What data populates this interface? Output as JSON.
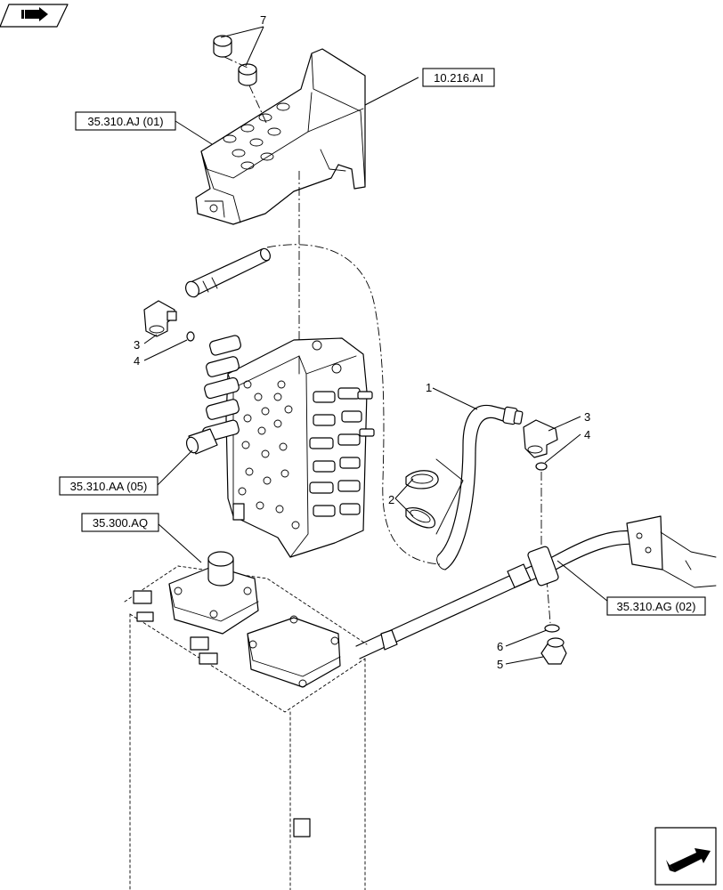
{
  "references": [
    {
      "id": "ref-10-216-ai",
      "label": "10.216.AI"
    },
    {
      "id": "ref-35-310-aj",
      "label": "35.310.AJ (01)"
    },
    {
      "id": "ref-35-310-aa",
      "label": "35.310.AA (05)"
    },
    {
      "id": "ref-35-300-aq",
      "label": "35.300.AQ"
    },
    {
      "id": "ref-35-310-ag",
      "label": "35.310.AG (02)"
    }
  ],
  "item_numbers": {
    "n7": "7",
    "n3a": "3",
    "n4a": "4",
    "n1": "1",
    "n3b": "3",
    "n4b": "4",
    "n2": "2",
    "n6": "6",
    "n5": "5"
  },
  "icons": {
    "top_left": "forward-arrow-icon",
    "bottom_right": "next-page-arrow-icon"
  }
}
